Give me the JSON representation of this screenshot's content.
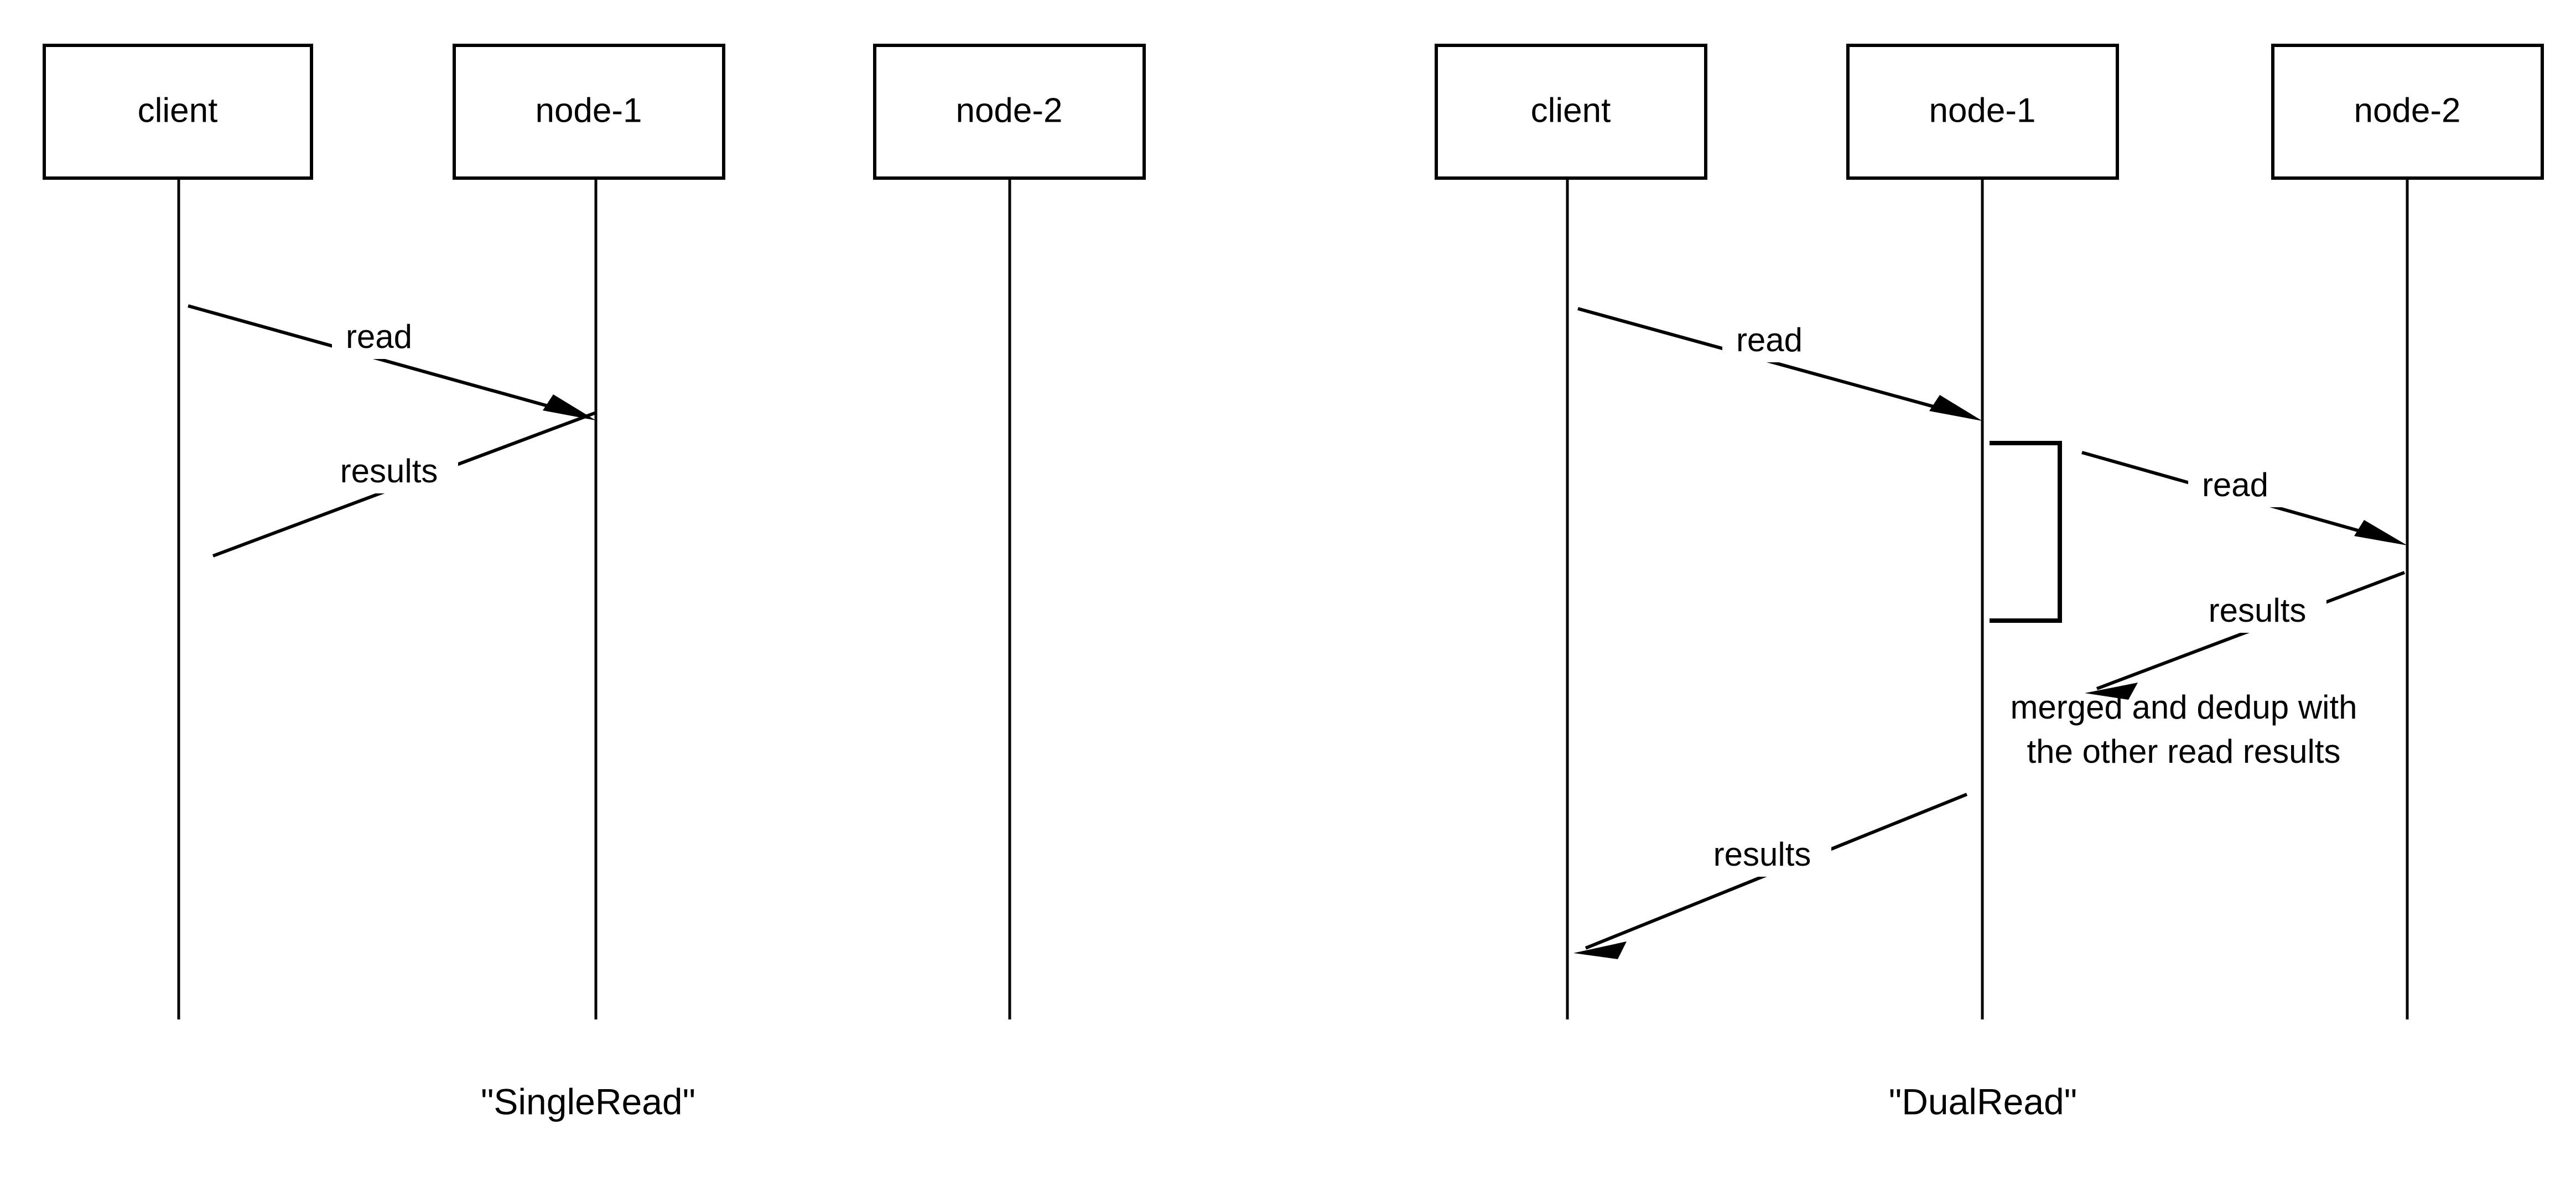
{
  "figure": {
    "type": "uml-sequence-diagram-pair",
    "background_color": "#ffffff",
    "line_color": "#000000",
    "panels": [
      {
        "id": "single-read",
        "caption": "\"SingleRead\"",
        "participants": [
          {
            "id": "client",
            "label": "client"
          },
          {
            "id": "node-1",
            "label": "node-1"
          },
          {
            "id": "node-2",
            "label": "node-2"
          }
        ],
        "messages": [
          {
            "id": "m1",
            "label": "read",
            "from": "client",
            "to": "node-1",
            "direction": "right"
          },
          {
            "id": "m2",
            "label": "results",
            "from": "node-1",
            "to": "client",
            "direction": "left"
          }
        ],
        "notes": [],
        "activations": []
      },
      {
        "id": "dual-read",
        "caption": "\"DualRead\"",
        "participants": [
          {
            "id": "client",
            "label": "client"
          },
          {
            "id": "node-1",
            "label": "node-1"
          },
          {
            "id": "node-2",
            "label": "node-2"
          }
        ],
        "messages": [
          {
            "id": "m1",
            "label": "read",
            "from": "client",
            "to": "node-1",
            "direction": "right"
          },
          {
            "id": "m2",
            "label": "read",
            "from": "node-1",
            "to": "node-2",
            "direction": "right"
          },
          {
            "id": "m3",
            "label": "results",
            "from": "node-2",
            "to": "node-1",
            "direction": "left"
          },
          {
            "id": "m4",
            "label": "results",
            "from": "node-1",
            "to": "client",
            "direction": "left"
          }
        ],
        "notes": [
          {
            "id": "n1",
            "owner": "node-1",
            "lines": [
              "merged and dedup with",
              "the other read results"
            ]
          }
        ],
        "activations": [
          {
            "id": "a1",
            "owner": "node-1"
          }
        ]
      }
    ]
  }
}
